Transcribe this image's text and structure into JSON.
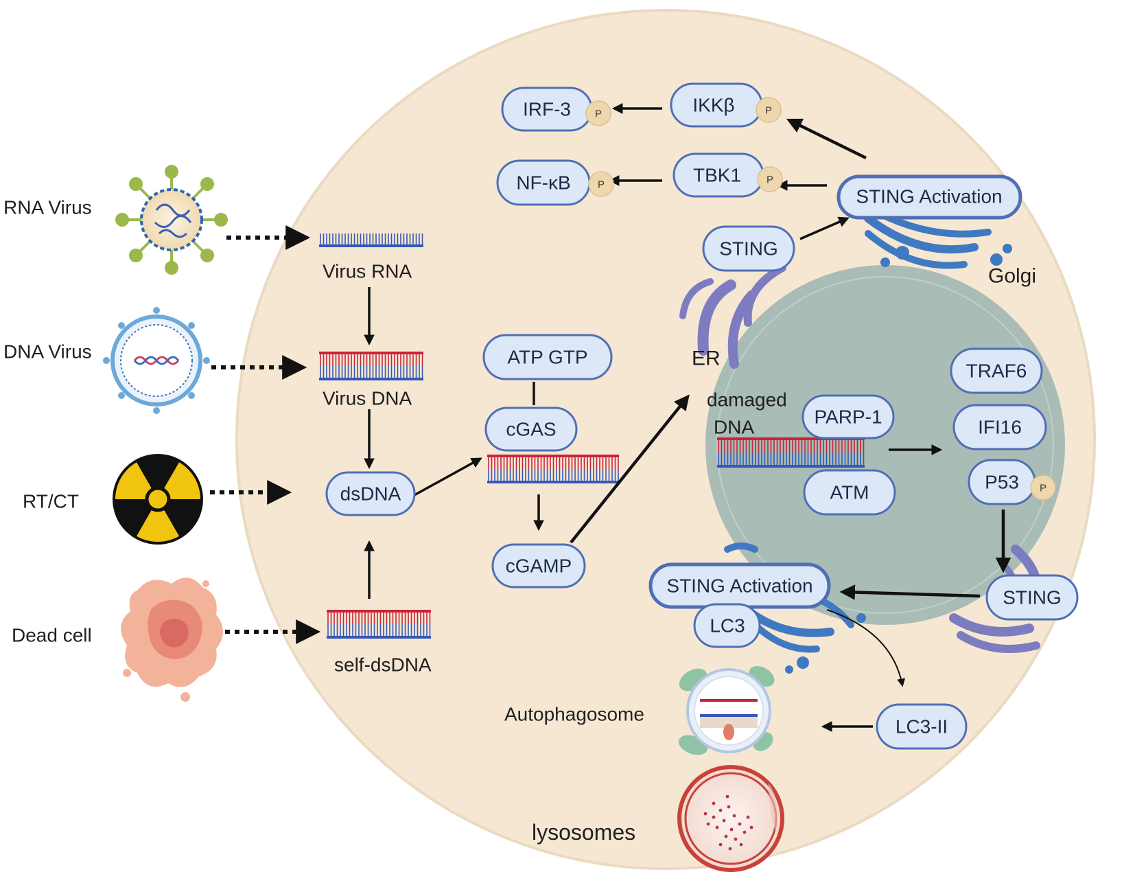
{
  "external_inputs": [
    {
      "id": "rna-virus",
      "label": "RNA Virus"
    },
    {
      "id": "dna-virus",
      "label": "DNA Virus"
    },
    {
      "id": "rt-ct",
      "label": "RT/CT"
    },
    {
      "id": "dead-cell",
      "label": "Dead cell"
    }
  ],
  "nucleic_acids": {
    "virus_rna": "Virus RNA",
    "virus_dna": "Virus DNA",
    "self_dsdna": "self-dsDNA",
    "damaged_dna": "damaged\nDNA"
  },
  "nodes": {
    "dsdna": "dsDNA",
    "atp_gtp": "ATP GTP",
    "cgas": "cGAS",
    "cgamp": "cGAMP",
    "irf3": "IRF-3",
    "ikkb": "IKKβ",
    "nfkb": "NF-κB",
    "tbk1": "TBK1",
    "sting_activation_top": "STING Activation",
    "sting_er": "STING",
    "traf6": "TRAF6",
    "parp1": "PARP-1",
    "ifi16": "IFI16",
    "atm": "ATM",
    "p53": "P53",
    "sting_activation_bottom": "STING Activation",
    "lc3": "LC3",
    "sting_nuclear": "STING",
    "lc3_ii": "LC3-II"
  },
  "phospho_label": "P",
  "organelles": {
    "golgi": "Golgi",
    "er": "ER",
    "autophagosome": "Autophagosome",
    "lysosomes": "lysosomes"
  },
  "colors": {
    "cell_fill": "#f6e7d2",
    "nucleus_fill": "#a9bcb5",
    "node_fill": "#dce8f7",
    "node_stroke": "#4f6fb5",
    "phospho_fill": "#eed7ac",
    "golgi_blue": "#3f79c2",
    "er_purple": "#7e7cc0",
    "dna_red": "#c8243a",
    "dna_blue": "#3557b8",
    "lysosome_red": "#c8423a"
  }
}
